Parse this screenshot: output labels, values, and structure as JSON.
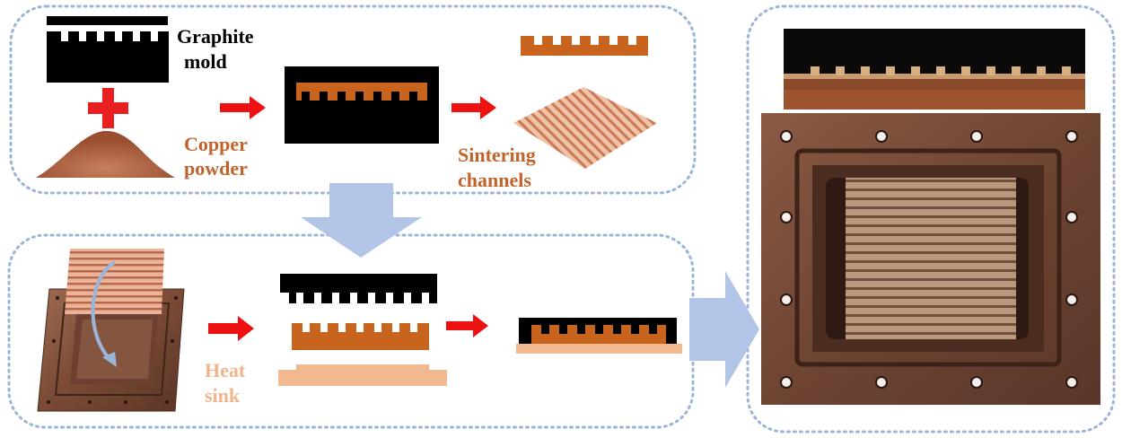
{
  "labels": {
    "graphite_mold_line1": "Graphite",
    "graphite_mold_line2": "mold",
    "copper_powder_line1": "Copper",
    "copper_powder_line2": "powder",
    "sintering_line1": "Sintering",
    "sintering_line2": "channels",
    "heat_sink_line1": "Heat",
    "heat_sink_line2": "sink"
  },
  "colors": {
    "panel_border": "#9bb5da",
    "arrow_red": "#ee1111",
    "big_arrow": "#b3c5e6",
    "mold_black": "#000000",
    "copper": "#c8641e",
    "copper_text": "#c0642c",
    "heat_sink_fill": "#f2b990",
    "heat_sink_text": "#f0b48a",
    "plus_red": "#e82020"
  },
  "icons": {
    "plus": "plus-icon",
    "red_arrow": "red-right-arrow-icon",
    "down_arrow": "large-down-arrow-icon",
    "right_arrow": "large-right-arrow-icon",
    "curved_arrow": "curved-placement-arrow-icon"
  }
}
